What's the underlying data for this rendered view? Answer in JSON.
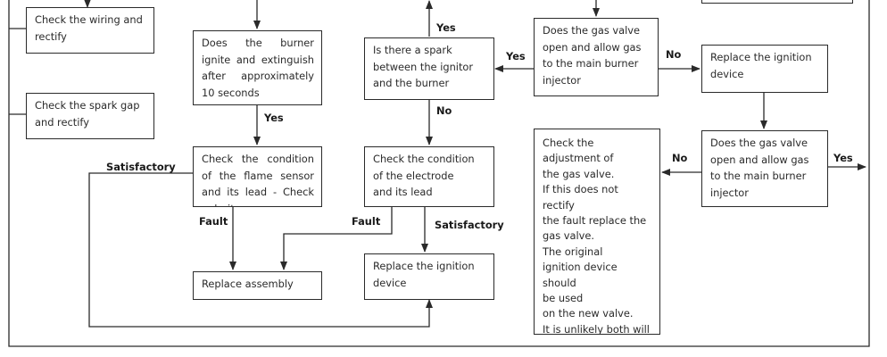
{
  "nodes": {
    "check_wiring": "Check the wiring and\nrectify",
    "check_spark_gap": "Check the spark gap\nand rectify",
    "burner_ignite": "Does the burner ignite and extinguish after approximately 10 seconds",
    "flame_sensor": "Check the condition of the flame sensor and its lead - Check polarity",
    "replace_assembly": "Replace assembly",
    "spark_question": "Is there a spark\nbetween the ignitor\nand the burner",
    "check_electrode": "Check the condition\nof the electrode\nand its lead",
    "replace_ignition_lower": "Replace the ignition\ndevice",
    "gas_valve_top": "Does the gas valve\nopen and allow gas\nto the main burner\ninjector",
    "replace_ignition_right": "Replace the ignition\ndevice",
    "gas_valve_bottom": "Does the gas valve\nopen and allow gas\nto the main burner\ninjector",
    "check_adjustment": "Check the\nadjustment of\nthe gas valve.\nIf this does not rectify\nthe fault replace the\ngas valve.\nThe original\nignition device should\nbe used\non the new valve.\nIt is unlikely both will\nbe faulty"
  },
  "labels": {
    "yes_burner": "Yes",
    "yes_spark_up": "Yes",
    "yes_gas_left": "Yes",
    "no_gas_right": "No",
    "no_spark_down": "No",
    "satisfactory_left": "Satisfactory",
    "fault_left": "Fault",
    "fault_mid": "Fault",
    "satisfactory_mid": "Satisfactory",
    "no_bottom_left": "No",
    "yes_bottom_right": "Yes"
  },
  "colors": {
    "line": "#2a2a2a",
    "text": "#2a2a2a",
    "background": "#ffffff"
  }
}
